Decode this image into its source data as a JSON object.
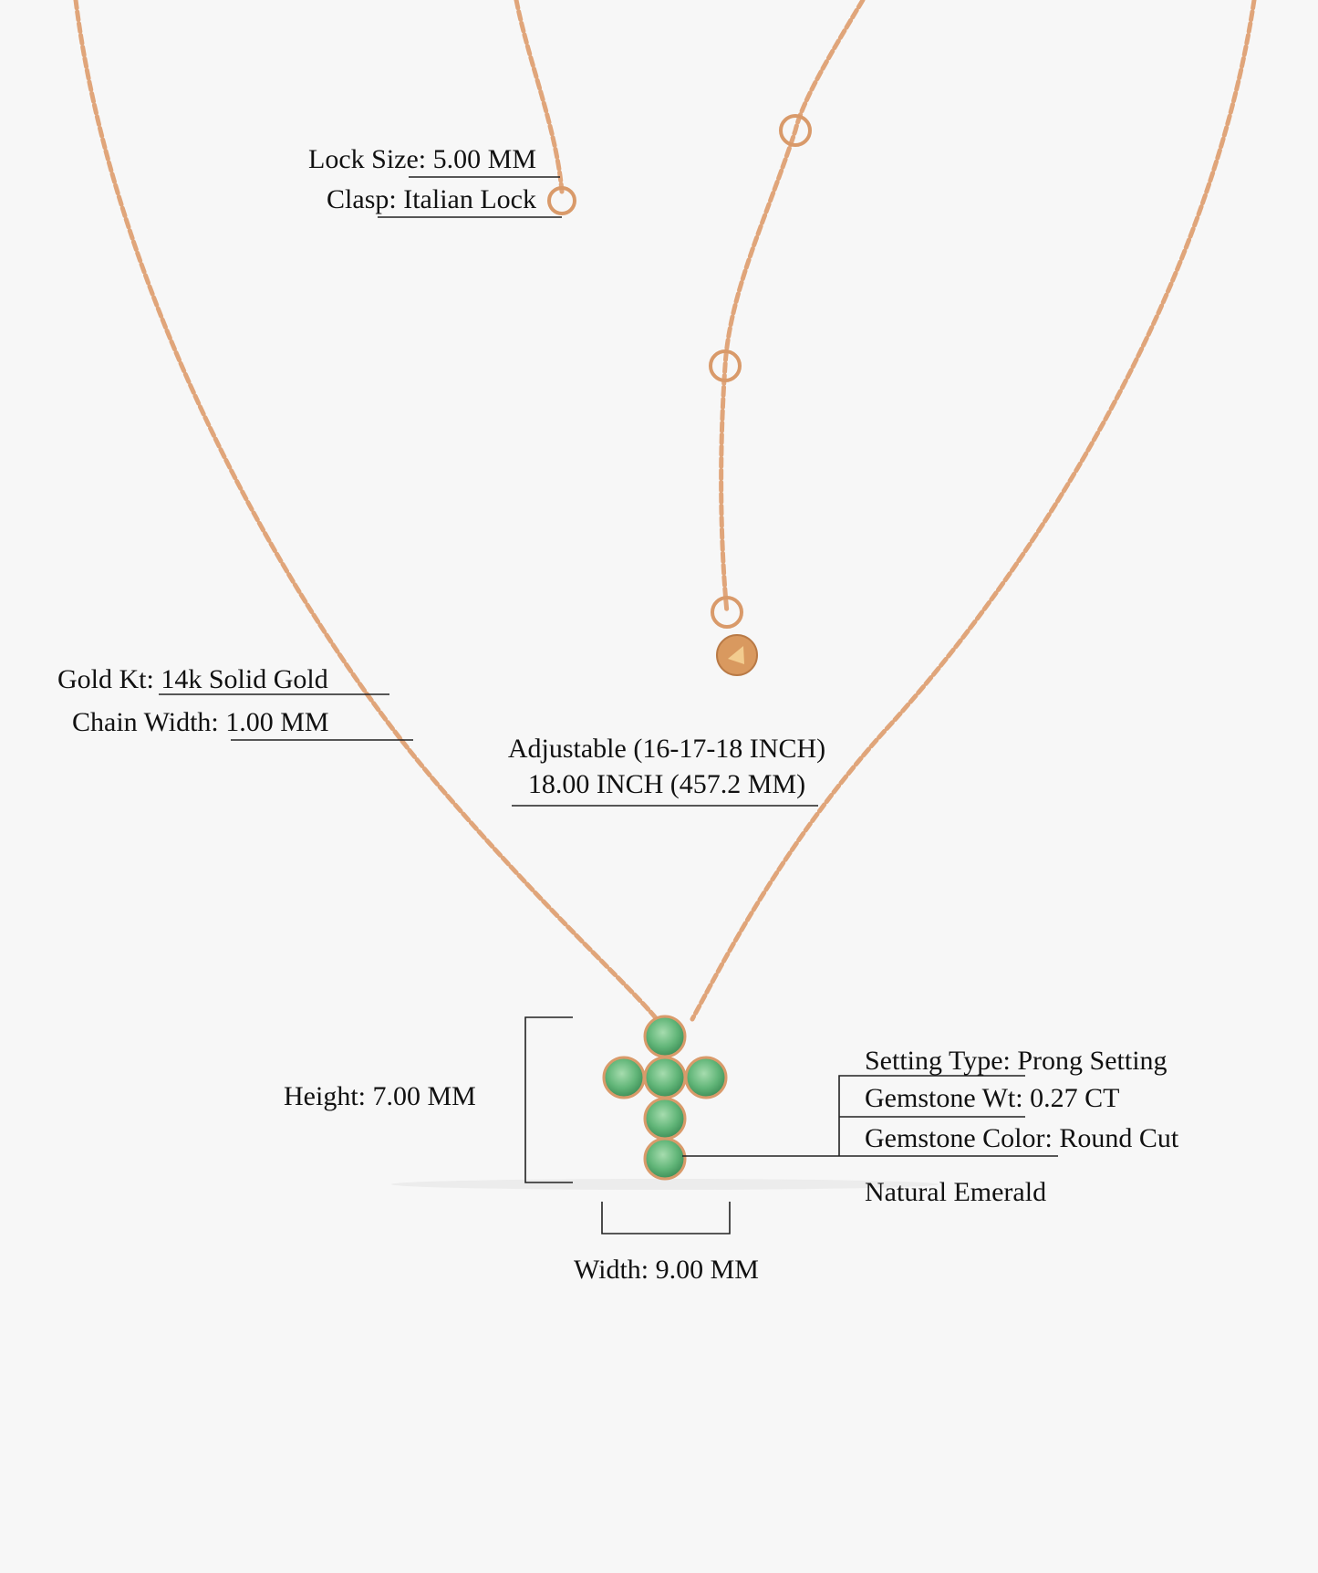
{
  "colors": {
    "background": "#f7f7f7",
    "gold": "#e0a57a",
    "emerald": "#5fb57a",
    "text": "#111111"
  },
  "clasp": {
    "lock_size_label": "Lock Size:",
    "lock_size_value": "5.00 MM",
    "clasp_label": "Clasp:",
    "clasp_value": "Italian Lock"
  },
  "chain": {
    "gold_kt_label": "Gold Kt:",
    "gold_kt_value": "14k Solid Gold",
    "chain_width_label": "Chain Width:",
    "chain_width_value": "1.00 MM"
  },
  "length": {
    "adjustable": "Adjustable (16-17-18 INCH)",
    "length": "18.00 INCH (457.2 MM)"
  },
  "pendant": {
    "height": "Height: 7.00 MM",
    "width": "Width: 9.00 MM"
  },
  "gemstone": {
    "setting_type_label": "Setting Type:",
    "setting_type_value": "Prong Setting",
    "weight_label": "Gemstone Wt:",
    "weight_value": "0.27 CT",
    "color_label": "Gemstone Color:",
    "color_value": "Round Cut",
    "stone": "Natural Emerald"
  }
}
